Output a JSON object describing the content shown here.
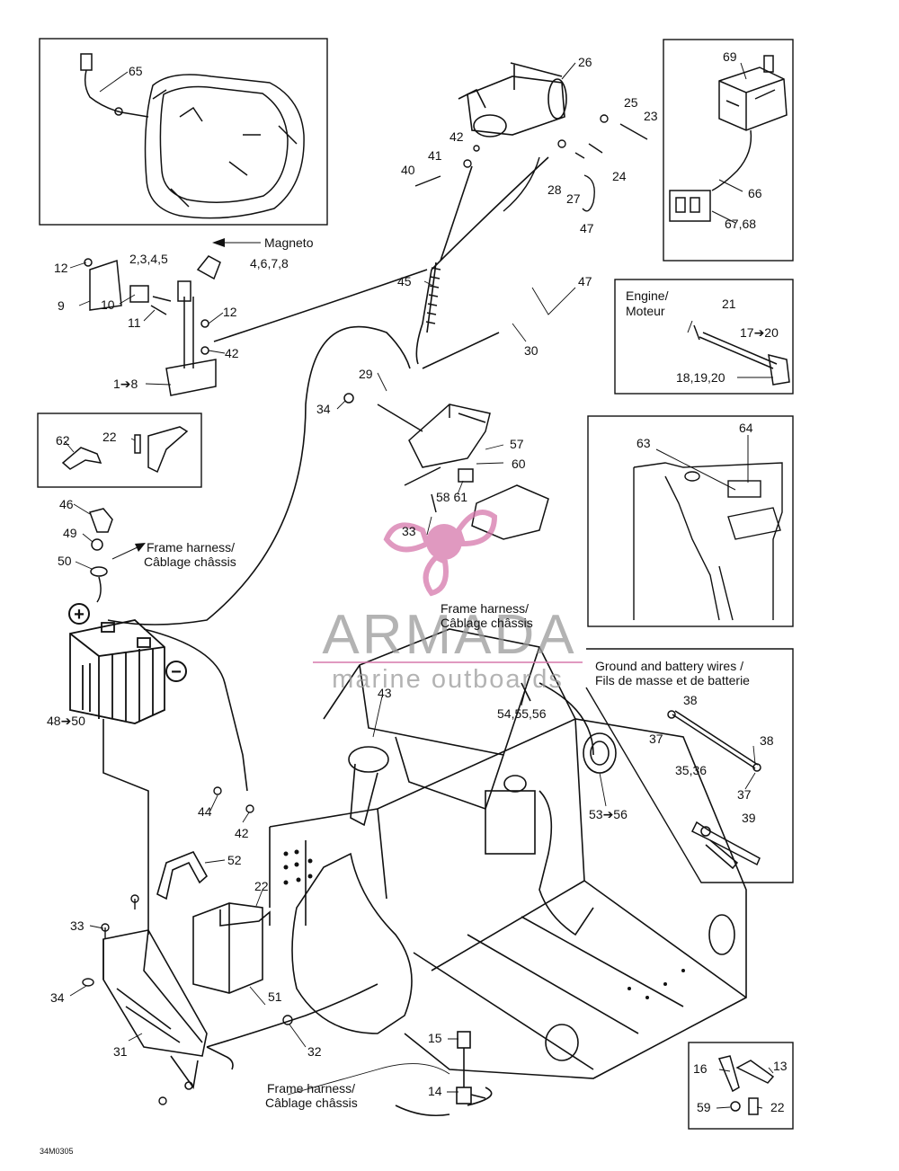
{
  "diagram": {
    "figure_code": "34M0305",
    "notes": {
      "magneto": "Magneto",
      "engine_line1": "Engine/",
      "engine_line2": "Moteur",
      "frame_harness_line1": "Frame harness/",
      "frame_harness_line2": "Câblage châssis",
      "ground_line1": "Ground and battery wires /",
      "ground_line2": "Fils de masse et de batterie"
    },
    "battery_terminals": {
      "positive": "+",
      "negative": "−"
    },
    "callouts": {
      "c65": "65",
      "c26": "26",
      "c25": "25",
      "c23": "23",
      "c42a": "42",
      "c41": "41",
      "c40": "40",
      "c24": "24",
      "c28": "28",
      "c27": "27",
      "c47a": "47",
      "c69": "69",
      "c66": "66",
      "c6768": "67,68",
      "c12a": "12",
      "c2345": "2,3,4,5",
      "c4678": "4,6,7,8",
      "c9": "9",
      "c10": "10",
      "c11": "11",
      "c12b": "12",
      "c42b": "42",
      "c1to8": "1➔8",
      "c45": "45",
      "c47b": "47",
      "c30": "30",
      "c29": "29",
      "c34a": "34",
      "c21": "21",
      "c17to20": "17➔20",
      "c181920": "18,19,20",
      "c62": "62",
      "c22a": "22",
      "c57": "57",
      "c60": "60",
      "c5861": "58 61",
      "c33a": "33",
      "c63": "63",
      "c64": "64",
      "c46": "46",
      "c49": "49",
      "c50": "50",
      "c48to50": "48➔50",
      "c43": "43",
      "c545556": "54,55,56",
      "c38a": "38",
      "c37a": "37",
      "c38b": "38",
      "c3536": "35,36",
      "c37b": "37",
      "c53to56": "53➔56",
      "c39": "39",
      "c44": "44",
      "c42c": "42",
      "c52": "52",
      "c22b": "22",
      "c33b": "33",
      "c34b": "34",
      "c51": "51",
      "c31": "31",
      "c32": "32",
      "c15": "15",
      "c14": "14",
      "c16": "16",
      "c13": "13",
      "c59": "59",
      "c22c": "22"
    }
  },
  "watermark": {
    "brand": "ARMADA",
    "tagline": "marine outboards",
    "color": "#c8408c"
  }
}
